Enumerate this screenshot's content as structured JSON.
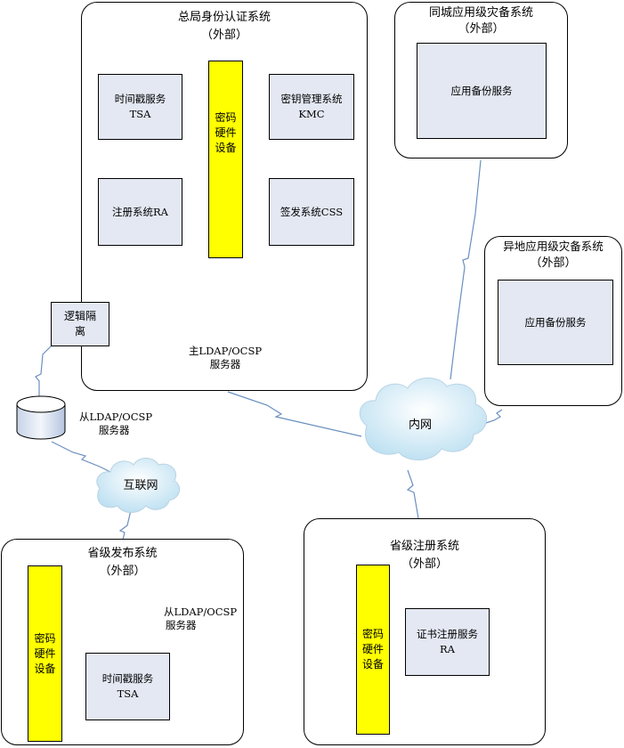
{
  "hq": {
    "title": "总局身份认证系统",
    "subtitle": "（外部）",
    "tsa": [
      "时间戳服务",
      "TSA"
    ],
    "kmc": [
      "密钥管理系统",
      "KMC"
    ],
    "hsm": [
      "密",
      "码",
      "硬",
      "件",
      "设",
      "备"
    ],
    "ra": "注册系统RA",
    "css": "签发系统CSS",
    "ldap_label": [
      "主LDAP/OCSP",
      "服务器"
    ]
  },
  "isolation": [
    "逻辑隔",
    "离"
  ],
  "slave_ldap": [
    "从LDAP/OCSP",
    "服务器"
  ],
  "internet": "互联网",
  "intranet": "内网",
  "same_city": {
    "title": "同城应用级灾备系统",
    "subtitle": "（外部）",
    "service": "应用备份服务"
  },
  "remote": {
    "title": "异地应用级灾备系统",
    "subtitle": "（外部）",
    "service": "应用备份服务"
  },
  "province_pub": {
    "title": "省级发布系统",
    "subtitle": "（外部）",
    "hsm": [
      "密码",
      "硬件",
      "设备"
    ],
    "ldap_label": [
      "从LDAP/OCSP",
      "服务器"
    ],
    "tsa": [
      "时间戳服务",
      "TSA"
    ]
  },
  "province_reg": {
    "title": "省级注册系统",
    "subtitle": "（外部）",
    "hsm": [
      "密码",
      "硬件",
      "设备"
    ],
    "service": [
      "证书注册服务",
      "RA"
    ]
  },
  "colors": {
    "box_fill": "#e3e8f3",
    "hsm_fill": "#ffff00",
    "wire": "#6a8fbf",
    "cloud": "#d6ecf7"
  }
}
